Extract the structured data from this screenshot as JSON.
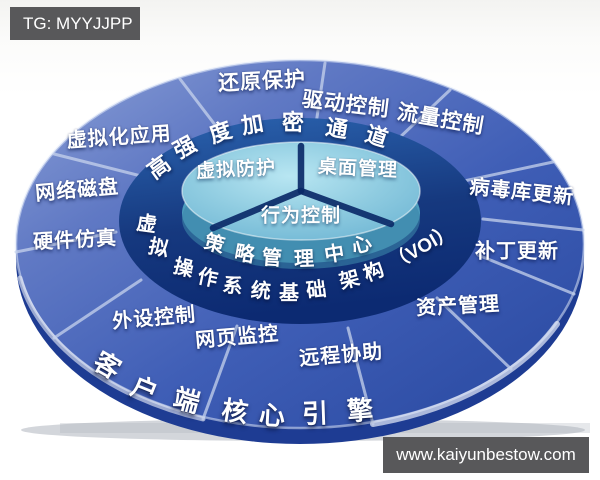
{
  "watermarks": {
    "top": "TG: MYYJJPP",
    "bottom": "www.kaiyunbestow.com"
  },
  "colors": {
    "ring_light": "#8ea2d8",
    "ring_dark": "#27479f",
    "ring_rim": "#1e3c93",
    "band_top": "#2b64b0",
    "band_bottom": "#0c2a72",
    "disc_center": "#aee0ef",
    "disc_edge": "#6fb6d4",
    "disc_side": "#4c9cbd",
    "disc_divider": "#0b2a68",
    "segment_gap": "#c7d3ec",
    "watermark_bg": "#58585a",
    "label_text": "#ffffff"
  },
  "diagram": {
    "center_sectors": [
      "虚拟防护",
      "桌面管理",
      "行为控制"
    ],
    "inner_arcs": {
      "top": "高强度加密通道",
      "middle": "策略管理中心",
      "bottom": "虚拟操作系统基础架构",
      "voi": "（VOI）"
    },
    "outer_labels": [
      "还原保护",
      "驱动控制",
      "流量控制",
      "病毒库更新",
      "补丁更新",
      "资产管理",
      "远程协助",
      "网页监控",
      "外设控制",
      "硬件仿真",
      "网络磁盘",
      "虚拟化应用"
    ],
    "rim_arc": "客户端核心引擎"
  }
}
